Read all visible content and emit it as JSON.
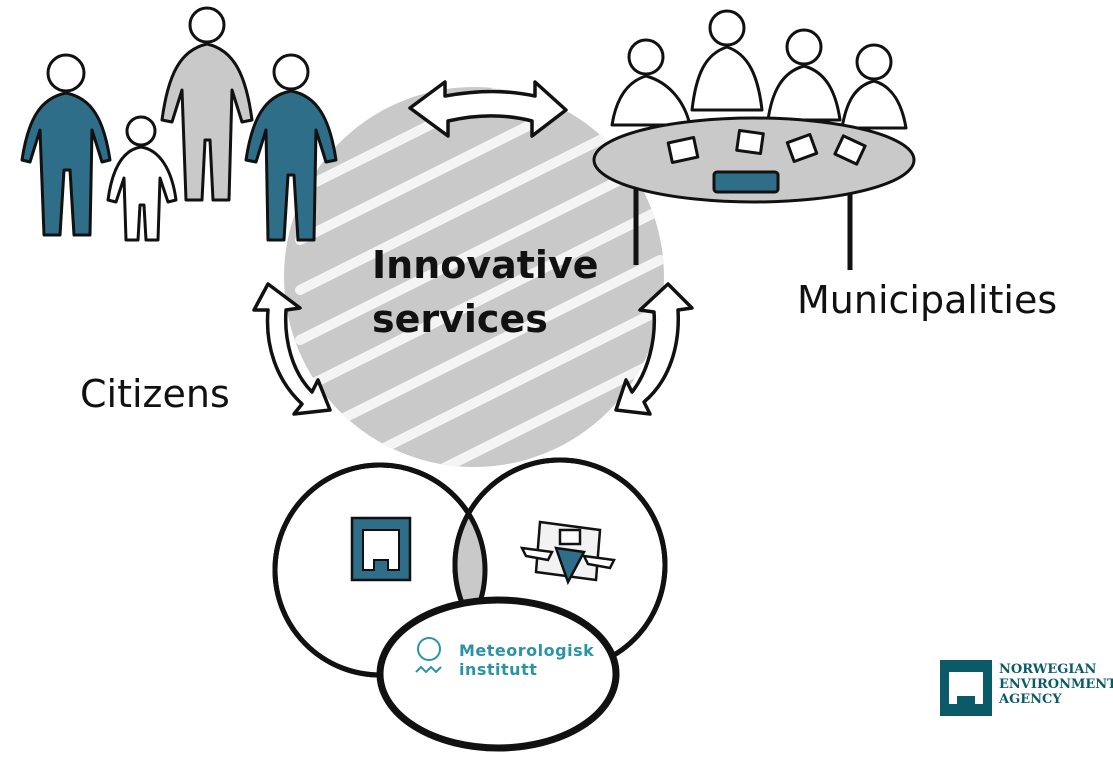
{
  "center": {
    "line1": "Innovative",
    "line2": "services"
  },
  "groups": {
    "citizens": "Citizens",
    "municipalities": "Municipalities"
  },
  "met_logo": {
    "line1": "Meteorologisk",
    "line2": "institutt"
  },
  "agency_logo": {
    "line1": "NORWEGIAN",
    "line2": "ENVIRONMENT",
    "line3": "AGENCY"
  },
  "colors": {
    "citizen_fill": "#2e6e88",
    "grey_fill": "#c9c9c9",
    "met_accent": "#2a94a6",
    "agency_green": "#0b5a68"
  }
}
